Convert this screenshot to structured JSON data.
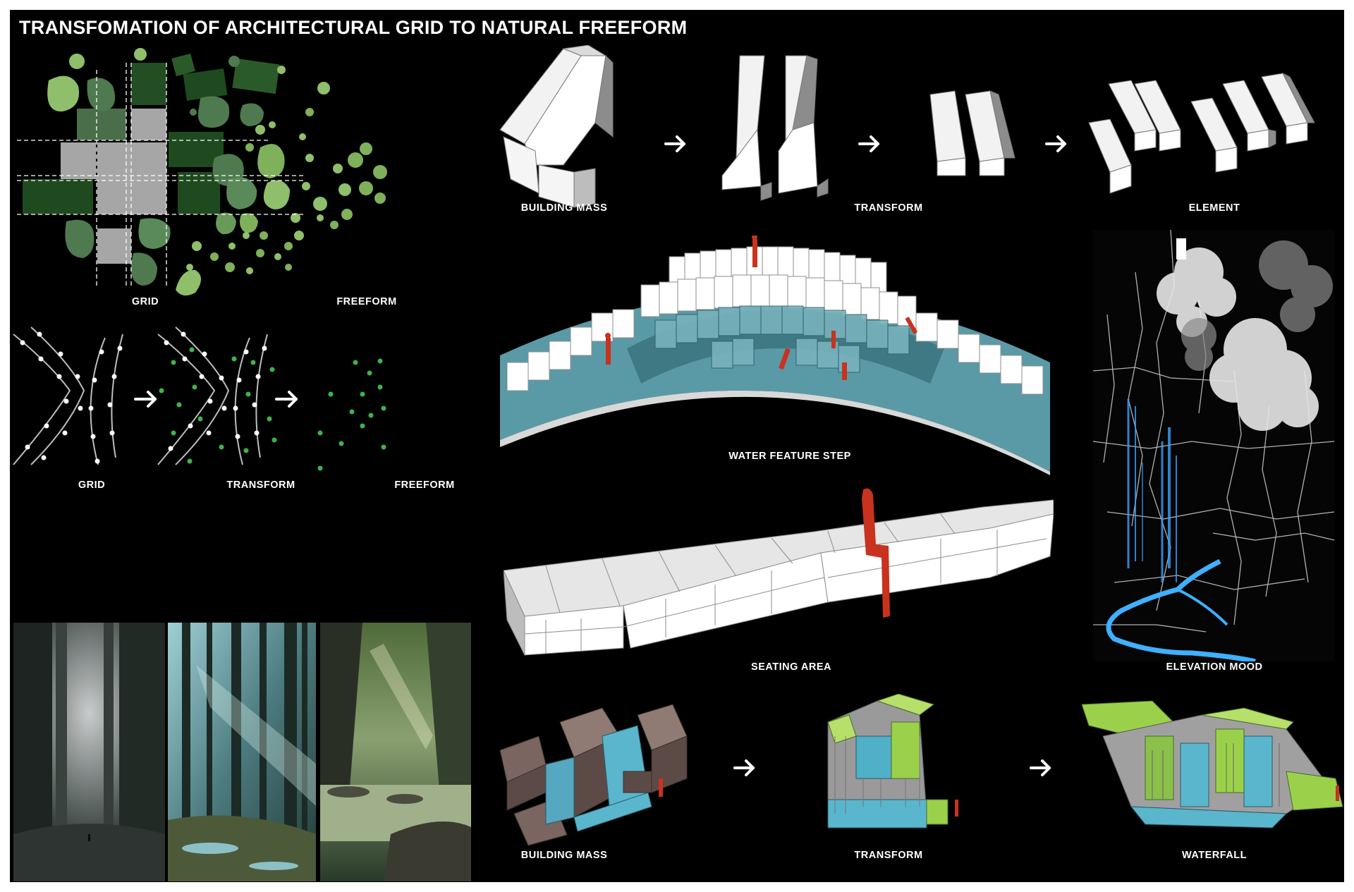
{
  "title": "TRANSFOMATION OF ARCHITECTURAL GRID TO NATURAL FREEFORM",
  "labels": {
    "grid_top": "GRID",
    "freeform_top": "FREEFORM",
    "grid_bottom": "GRID",
    "transform_left": "TRANSFORM",
    "freeform_bottom": "FREEFORM",
    "building_mass_top": "BUILDING MASS",
    "transform_top": "TRANSFORM",
    "element": "ELEMENT",
    "water_feature_step": "WATER FEATURE STEP",
    "seating_area": "SEATING AREA",
    "elevation_mood": "ELEVATION MOOD",
    "building_mass_bottom": "BUILDING MASS",
    "transform_bottom": "TRANSFORM",
    "waterfall": "WATERFALL"
  },
  "colors": {
    "background": "#000000",
    "text": "#ffffff",
    "mass_white": "#f2f2f2",
    "mass_side": "#8c8c8c",
    "green_dark": "#1f4a1f",
    "green_mid": "#4f7a4f",
    "green_light": "#8fbf6a",
    "water": "#5a9aa6",
    "human_red": "#c8321e",
    "brown": "#7a6560",
    "lime": "#9bd14a"
  },
  "icons": [
    "arrow-right-icon"
  ]
}
